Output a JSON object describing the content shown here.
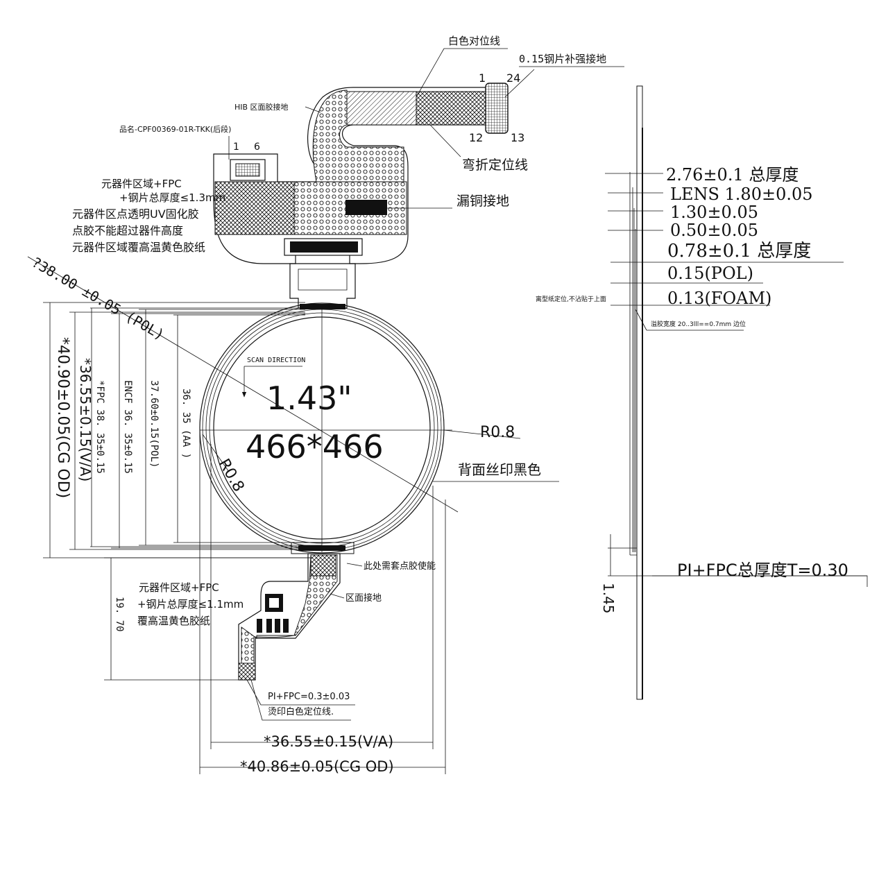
{
  "top_fpc": {
    "white_align_line": "白色对位线",
    "steel_stiffener_ground": "0.15钢片补强接地",
    "pin_1": "1",
    "pin_24": "24",
    "pin_12": "12",
    "pin_13": "13",
    "bend_line": "弯折定位线",
    "hib_area": "HIB 区面胶接地",
    "part_name": "品名-CPF00369-01R-TKK(后段)",
    "conn_pin_1": "1",
    "conn_pin_6": "6",
    "component_area_1": "元器件区域+FPC",
    "component_area_2": "+钢片总厚度≤1.3mm",
    "uv_note_1": "元器件区点透明UV固化胶",
    "uv_note_2": "点胶不能超过器件高度",
    "tape_note": "元器件区域覆高温黄色胶纸",
    "exposed_copper": "漏铜接地"
  },
  "display": {
    "size": "1.43\"",
    "resolution": "466*466",
    "scan_direction": "SCAN DIRECTION",
    "r_right": "R0.8",
    "r_left": "R0.8",
    "black_print": "背面丝印黑色",
    "pol_dia": "?38.00 ±0.05 (POL)"
  },
  "vertical_dims": {
    "cg_od": "*40.90±0.05(CG OD)",
    "va": "*36.55±0.15(V/A)",
    "fpc": "*FPC 38. 35±0.15",
    "encf": "ENCF 36. 35±0.15",
    "pol": "37.60±0.15(POL)",
    "aa": "36. 35 (AA )",
    "tail": "19. 70"
  },
  "bottom_fpc": {
    "glue_note": "此处需套点胶使能",
    "area_ground": "区面接地",
    "component_area_1": "元器件区域+FPC",
    "component_area_2": "+钢片总厚度≤1.1mm",
    "tape_note": "覆高温黄色胶纸",
    "pi_fpc": "PI+FPC=0.3±0.03",
    "white_line": "烫印白色定位线."
  },
  "horizontal_dims": {
    "va": "*36.55±0.15(V/A)",
    "cg_od": "*40.86±0.05(CG OD)"
  },
  "side_view": {
    "total_thickness": "2.76±0.1 总厚度",
    "lens": "LENS 1.80±0.05",
    "d130": "1.30±0.05",
    "d050": "0.50±0.05",
    "panel_total": "0.78±0.1 总厚度",
    "pol": "0.15(POL)",
    "foam": "0.13(FOAM)",
    "release_note": "离型纸定位,不沾贴于上面",
    "edge_note": "溢胶宽度 20..3lll==0.7mm 边位",
    "pi_fpc_total": "PI+FPC总厚度T=0.30",
    "d145": "1.45"
  }
}
